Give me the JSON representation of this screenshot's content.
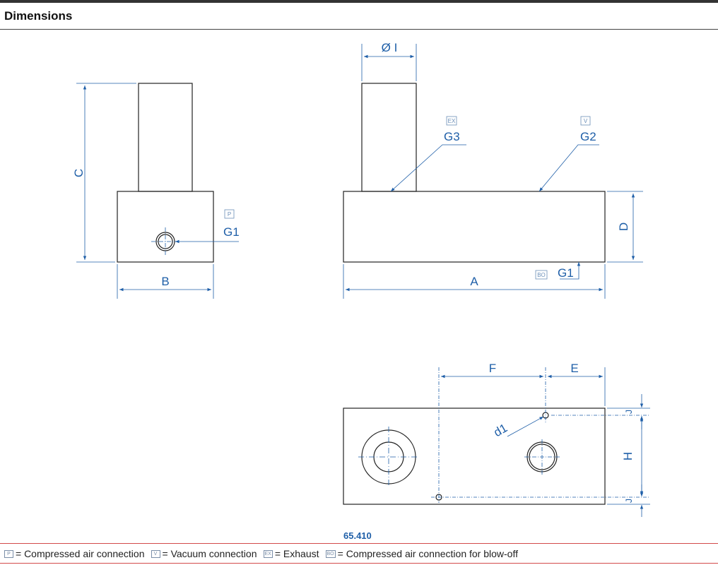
{
  "header": {
    "title": "Dimensions"
  },
  "labels": {
    "dim_c": "C",
    "dim_b": "B",
    "dim_a": "A",
    "dim_d": "D",
    "dim_i": "Ø I",
    "dim_f": "F",
    "dim_e": "E",
    "dim_h": "H",
    "dim_j_top": "J",
    "dim_j_bottom": "J",
    "port_g1_side": "G1",
    "port_g1_front": "G1",
    "port_g2": "G2",
    "port_g3": "G3",
    "hole_d1": "d1"
  },
  "tags": {
    "p": "P",
    "v": "V",
    "ex": "EX",
    "bo": "BO"
  },
  "model": "65.410",
  "legend": [
    {
      "tag": "P",
      "text": "= Compressed air connection"
    },
    {
      "tag": "V",
      "text": "= Vacuum connection"
    },
    {
      "tag": "EX",
      "text": "= Exhaust"
    },
    {
      "tag": "BO",
      "text": "= Compressed air connection for blow-off"
    }
  ],
  "colors": {
    "dimension": "#1f5fa8",
    "outline": "#222222",
    "legend_rule": "#d34a4a"
  }
}
